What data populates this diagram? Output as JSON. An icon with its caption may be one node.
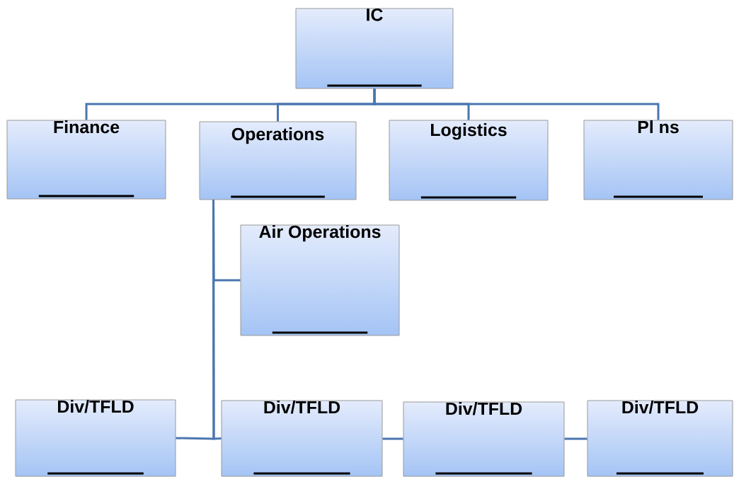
{
  "diagram": {
    "nodes": [
      {
        "text": [
          "IC"
        ]
      },
      {
        "text": [
          "Finance"
        ]
      },
      {
        "text": [
          "Operations"
        ]
      },
      {
        "text": [
          "Logistics"
        ]
      },
      {
        "text": [
          "Pl ns"
        ]
      },
      {
        "text": [
          "Air Operations"
        ]
      },
      {
        "text": [
          "Div/TFLD"
        ]
      },
      {
        "text": [
          "Div/TFLD"
        ]
      },
      {
        "text": [
          "Div/TFLD"
        ]
      },
      {
        "text": [
          "Div/TFLD"
        ]
      }
    ],
    "edges": [
      {
        "from": 0,
        "to": 1,
        "arrow": "none"
      },
      {
        "from": 0,
        "to": 2,
        "arrow": "none"
      },
      {
        "from": 0,
        "to": 3,
        "arrow": "none"
      },
      {
        "from": 0,
        "to": 4,
        "arrow": "none"
      },
      {
        "from": 2,
        "to": 5,
        "arrow": "none"
      },
      {
        "from": 2,
        "to": 6,
        "arrow": "none"
      },
      {
        "from": 2,
        "to": 7,
        "arrow": "none"
      },
      {
        "from": 7,
        "to": 8,
        "arrow": "none"
      },
      {
        "from": 8,
        "to": 9,
        "arrow": "none"
      }
    ]
  }
}
